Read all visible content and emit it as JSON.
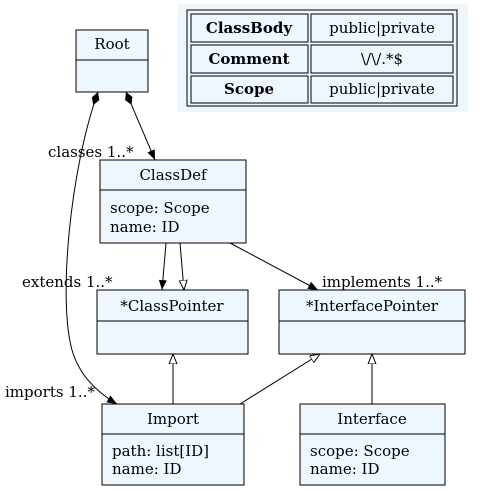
{
  "legend": {
    "rows": [
      {
        "key": "ClassBody",
        "value": "public|private"
      },
      {
        "key": "Comment",
        "value": "\\/\\/.*$"
      },
      {
        "key": "Scope",
        "value": "public|private"
      }
    ]
  },
  "classes": {
    "root": {
      "name": "Root",
      "attrs": []
    },
    "classdef": {
      "name": "ClassDef",
      "attrs": [
        "scope: Scope",
        "name: ID"
      ]
    },
    "classpointer": {
      "name": "*ClassPointer",
      "attrs": []
    },
    "interfacepointer": {
      "name": "*InterfacePointer",
      "attrs": []
    },
    "import": {
      "name": "Import",
      "attrs": [
        "path: list[ID]",
        "name: ID"
      ]
    },
    "interface": {
      "name": "Interface",
      "attrs": [
        "scope: Scope",
        "name: ID"
      ]
    }
  },
  "edge_labels": {
    "classes": "classes 1..*",
    "extends": "extends 1..*",
    "implements": "implements 1..*",
    "imports": "imports 1..*"
  }
}
